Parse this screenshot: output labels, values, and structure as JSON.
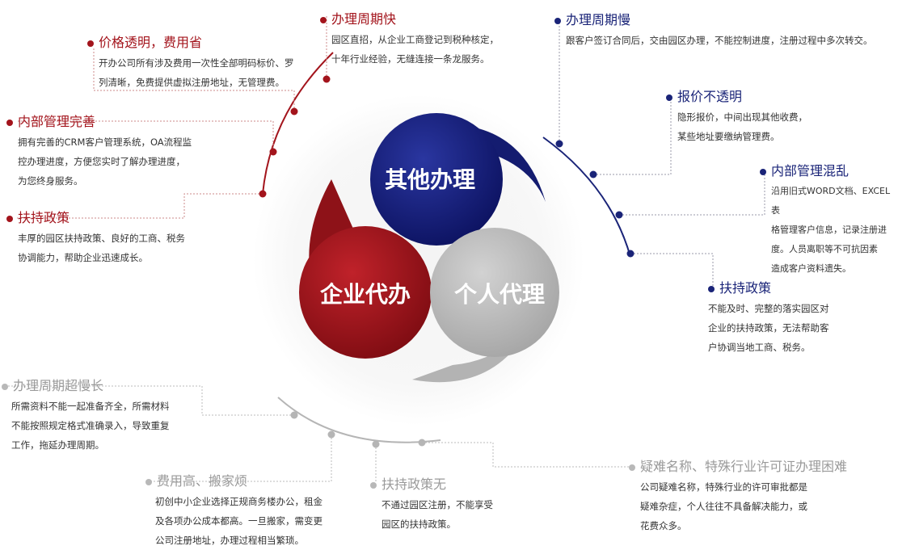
{
  "colors": {
    "red": "#a3141c",
    "blue": "#1a2478",
    "gray": "#b5b5b5"
  },
  "circles": {
    "top": "其他办理",
    "left": "企业代办",
    "right": "个人代理"
  },
  "advantages": [
    {
      "title": "办理周期快",
      "desc": [
        "园区直招，从企业工商登记到税种核定，",
        "十年行业经验，无缝连接一条龙服务。"
      ]
    },
    {
      "title": "价格透明，费用省",
      "desc": [
        "开办公司所有涉及费用一次性全部明码标价、罗",
        "列清晰，免费提供虚拟注册地址，无管理费。"
      ]
    },
    {
      "title": "内部管理完善",
      "desc": [
        "拥有完善的CRM客户管理系统，OA流程监",
        "控办理进度，方便您实时了解办理进度，",
        "为您终身服务。"
      ]
    },
    {
      "title": "扶持政策",
      "desc": [
        "丰厚的园区扶持政策、良好的工商、税务",
        "协调能力，帮助企业迅速成长。"
      ]
    }
  ],
  "others": [
    {
      "title": "办理周期慢",
      "desc": [
        "跟客户签订合同后，交由园区办理，不能控制进度，注册过程中多次转交。"
      ]
    },
    {
      "title": "报价不透明",
      "desc": [
        "隐形报价，中间出现其他收费，",
        "某些地址要缴纳管理费。"
      ]
    },
    {
      "title": "内部管理混乱",
      "desc": [
        "沿用旧式WORD文档、EXCEL表",
        "格管理客户信息，记录注册进",
        "度。人员离职等不可抗因素",
        "造成客户资料遗失。"
      ]
    },
    {
      "title": "扶持政策",
      "desc": [
        "不能及时、完整的落实园区对",
        "企业的扶持政策，无法帮助客",
        "户协调当地工商、税务。"
      ]
    }
  ],
  "personal": [
    {
      "title": "办理周期超慢长",
      "desc": [
        "所需资料不能一起准备齐全，所需材料",
        "不能按照规定格式准确录入，导致重复",
        "工作，拖延办理周期。"
      ]
    },
    {
      "title": "费用高、搬家烦",
      "desc": [
        "初创中小企业选择正规商务楼办公，租金",
        "及各项办公成本都高。一旦搬家，需变更",
        "公司注册地址，办理过程相当繁琐。"
      ]
    },
    {
      "title": "扶持政策无",
      "desc": [
        "不通过园区注册，不能享受",
        "园区的扶持政策。"
      ]
    },
    {
      "title": "疑难名称、特殊行业许可证办理困难",
      "desc": [
        "公司疑难名称，特殊行业的许可审批都是",
        "疑难杂症，个人往往不具备解决能力，或",
        "花费众多。"
      ]
    }
  ]
}
